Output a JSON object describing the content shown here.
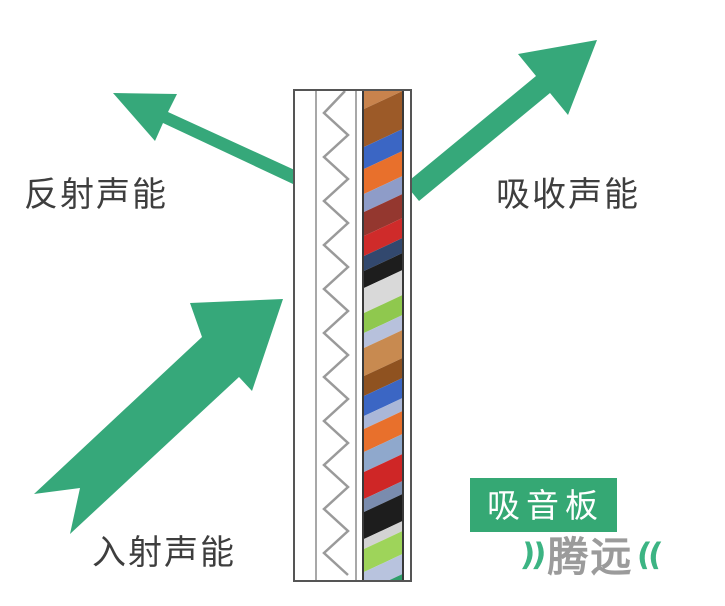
{
  "colors": {
    "arrow_green": "#36a87a",
    "tag_bg": "#35a874",
    "brand_mark_green": "#3cb483",
    "brand_text_gray": "#9b9b9b",
    "label_text": "#3e3e3e",
    "zigzag_gray": "#9a9a9a"
  },
  "labels": {
    "reflected": "反射声能",
    "absorbed": "吸收声能",
    "incident": "入射声能",
    "panel_tag": "吸音板",
    "brand": "腾远",
    "brand_left_mark": "))",
    "brand_right_mark": "(("
  },
  "panel": {
    "description": "acoustic absorption panel cross-section",
    "stripes": [
      {
        "color": "#c8834d",
        "h": 18
      },
      {
        "color": "#9c5a28",
        "h": 38
      },
      {
        "color": "#3b66c4",
        "h": 22
      },
      {
        "color": "#e8702c",
        "h": 25
      },
      {
        "color": "#8e9cc8",
        "h": 18
      },
      {
        "color": "#94372f",
        "h": 24
      },
      {
        "color": "#cf2b2a",
        "h": 20
      },
      {
        "color": "#32486e",
        "h": 15
      },
      {
        "color": "#1d1d1d",
        "h": 17
      },
      {
        "color": "#d9d9d9",
        "h": 25
      },
      {
        "color": "#8fc84e",
        "h": 20
      },
      {
        "color": "#b7c1dc",
        "h": 15
      },
      {
        "color": "#c88a50",
        "h": 28
      },
      {
        "color": "#8f5220",
        "h": 20
      },
      {
        "color": "#3b66c4",
        "h": 20
      },
      {
        "color": "#aab7d8",
        "h": 13
      },
      {
        "color": "#e8702c",
        "h": 23
      },
      {
        "color": "#8fa8cc",
        "h": 20
      },
      {
        "color": "#cf2626",
        "h": 27
      },
      {
        "color": "#7a8cae",
        "h": 13
      },
      {
        "color": "#1d1d1d",
        "h": 27
      },
      {
        "color": "#d3d3d3",
        "h": 10
      },
      {
        "color": "#9ed45a",
        "h": 23
      },
      {
        "color": "#b8c3de",
        "h": 20
      },
      {
        "color": "#2f9e6b",
        "h": 25
      }
    ]
  }
}
